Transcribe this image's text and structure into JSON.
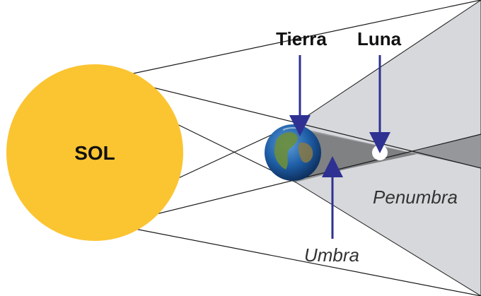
{
  "labels": {
    "sun": "SOL",
    "earth": "Tierra",
    "moon": "Luna",
    "penumbra": "Penumbra",
    "umbra": "Umbra"
  },
  "colors": {
    "sun": "#fbc431",
    "penumbra_fill": "#d6d8db",
    "umbra_fill": "#8a8c8e",
    "line": "#1a1a1a",
    "arrow": "#2e3192",
    "moon": "#ffffff",
    "earth_ocean": "#1f5fa8",
    "earth_land": "#6b8e3a"
  },
  "icons": {
    "earth": "earth-globe-icon",
    "moon": "moon-icon",
    "sun": "sun-icon"
  }
}
